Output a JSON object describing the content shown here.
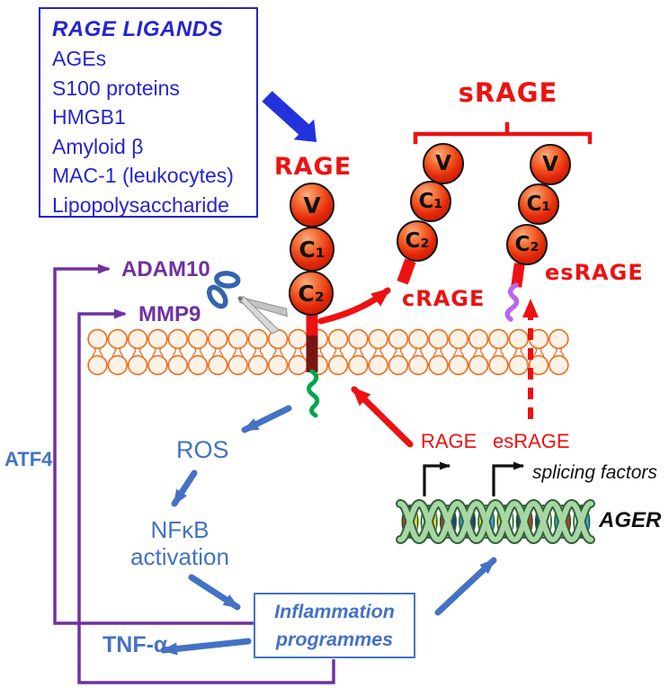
{
  "colors": {
    "red": "#EE1111",
    "deep_blue": "#2525CE",
    "mid_blue": "#4472C4",
    "purple": "#7030A0",
    "membrane_orange": "#F26A1B",
    "transmembrane_maroon": "#7A1515",
    "cytoplasmic_tail_green": "#00A550",
    "esrage_tail_violet": "#BB66EE",
    "black": "#111111"
  },
  "ligand_box": {
    "title": "RAGE LIGANDS",
    "items": [
      "AGEs",
      "S100 proteins",
      "HMGB1",
      "Amyloid β",
      "MAC-1 (leukocytes)",
      "Lipopolysaccharide"
    ]
  },
  "receptor": {
    "label": "RAGE",
    "domains": [
      "V",
      "C₁",
      "C₂"
    ]
  },
  "soluble_forms": {
    "group_label": "sRAGE",
    "crage": {
      "label": "cRAGE",
      "domains": [
        "V",
        "C₁",
        "C₂"
      ]
    },
    "esrage": {
      "label": "esRAGE",
      "domains": [
        "V",
        "C₁",
        "C₂"
      ]
    }
  },
  "sheddases": {
    "adam10": "ADAM10",
    "mmp9": "MMP9"
  },
  "signaling": {
    "atf4": "ATF4",
    "ros": "ROS",
    "nfkb": "NFκB",
    "nfkb_sub": "activation",
    "tnf_alpha": "TNF-α",
    "inflammation_line1": "Inflammation",
    "inflammation_line2": "programmes"
  },
  "gene": {
    "rage_transcript": "RAGE",
    "esrage_transcript": "esRAGE",
    "splicing_factors": "splicing factors",
    "name": "AGER"
  }
}
